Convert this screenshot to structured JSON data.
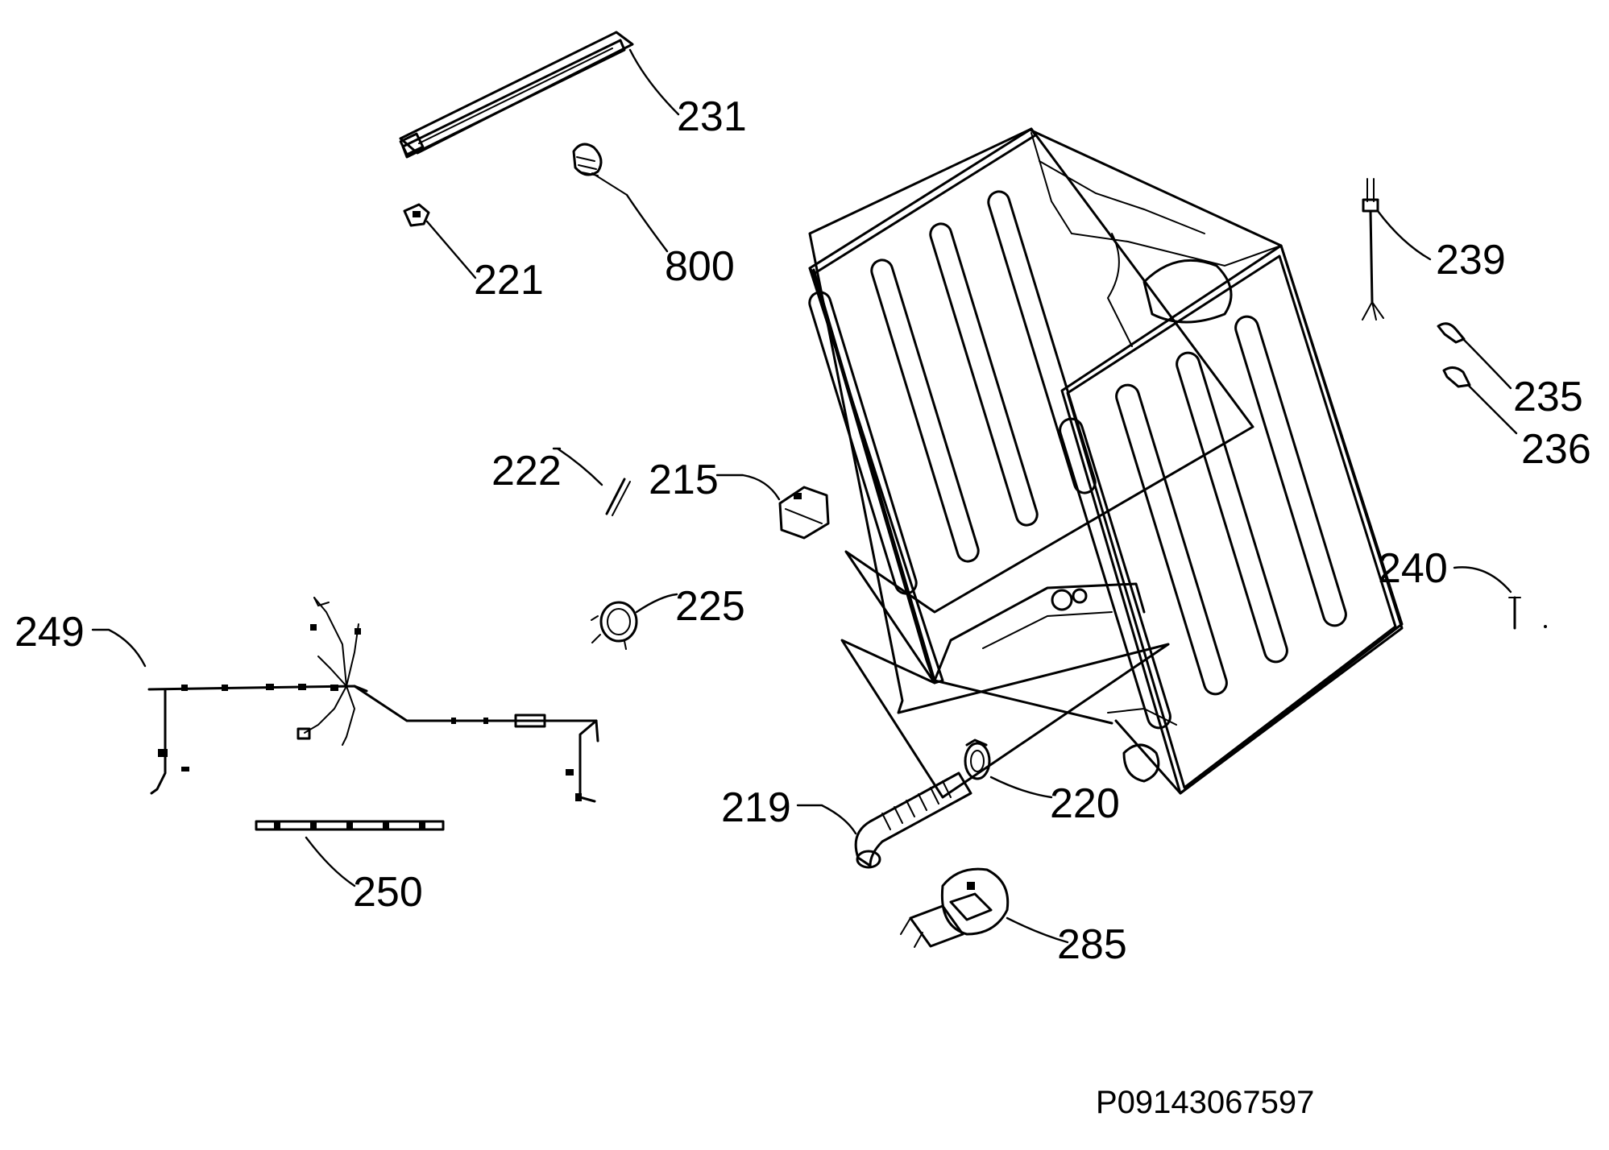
{
  "diagram": {
    "reference_code": "P09143067597",
    "callouts": {
      "p231": "231",
      "p221": "221",
      "p800": "800",
      "p239": "239",
      "p235": "235",
      "p236": "236",
      "p222": "222",
      "p215": "215",
      "p240": "240",
      "p249": "249",
      "p225": "225",
      "p219": "219",
      "p220": "220",
      "p250": "250",
      "p285": "285"
    }
  }
}
